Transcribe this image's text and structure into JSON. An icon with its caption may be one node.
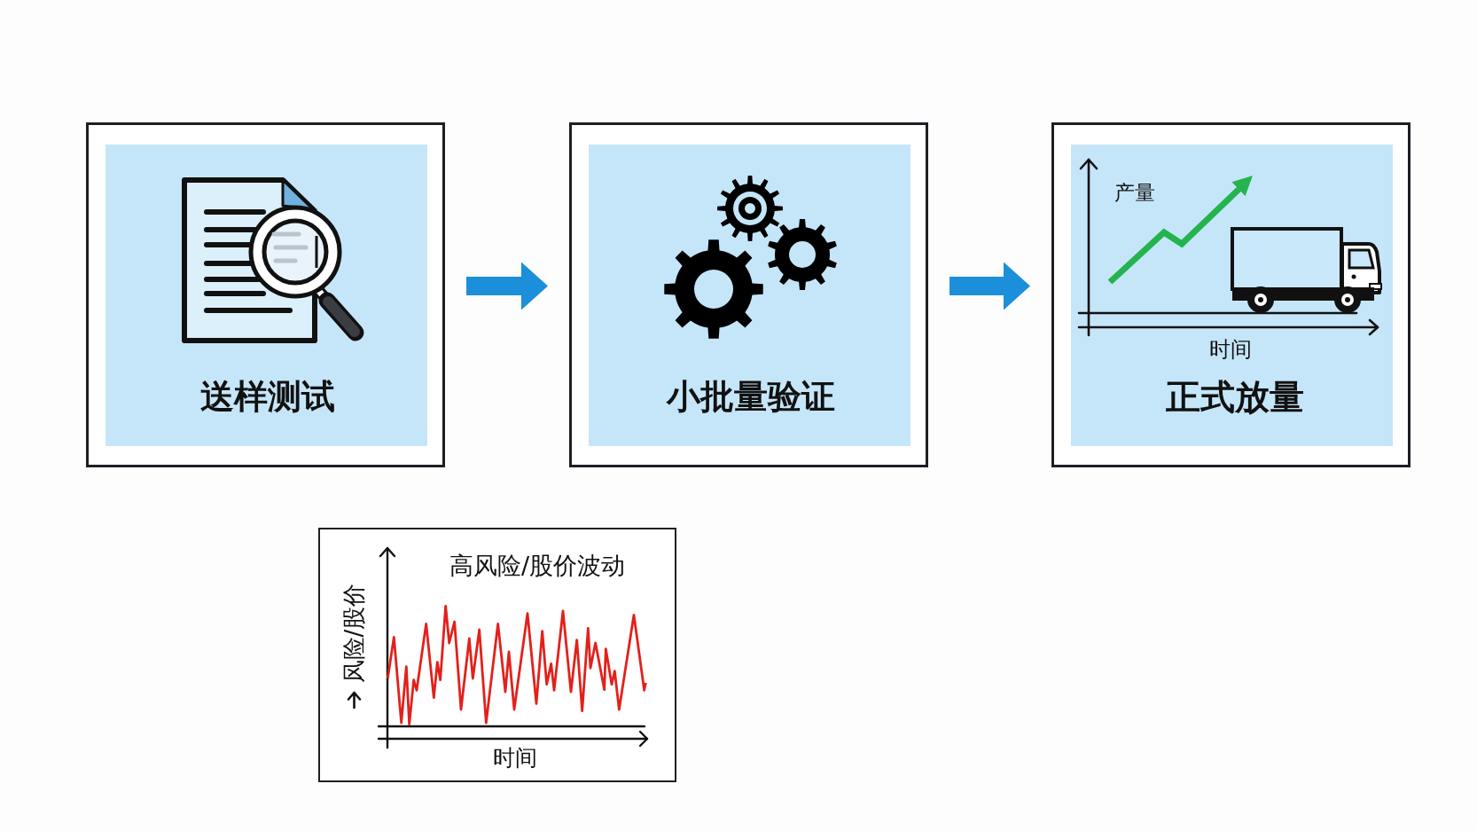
{
  "diagram": {
    "nodes": [
      {
        "text": [
          "送样测试"
        ]
      },
      {
        "text": [
          "小批量验证"
        ]
      },
      {
        "text": [
          "产量",
          "时间",
          "正式放量"
        ]
      },
      {
        "text": [
          "高风险/股价波动",
          "风险/股价",
          "时间"
        ]
      }
    ],
    "edges": [
      {
        "from": 0,
        "to": 1,
        "arrow": "to"
      },
      {
        "from": 1,
        "to": 2,
        "arrow": "to"
      }
    ]
  }
}
